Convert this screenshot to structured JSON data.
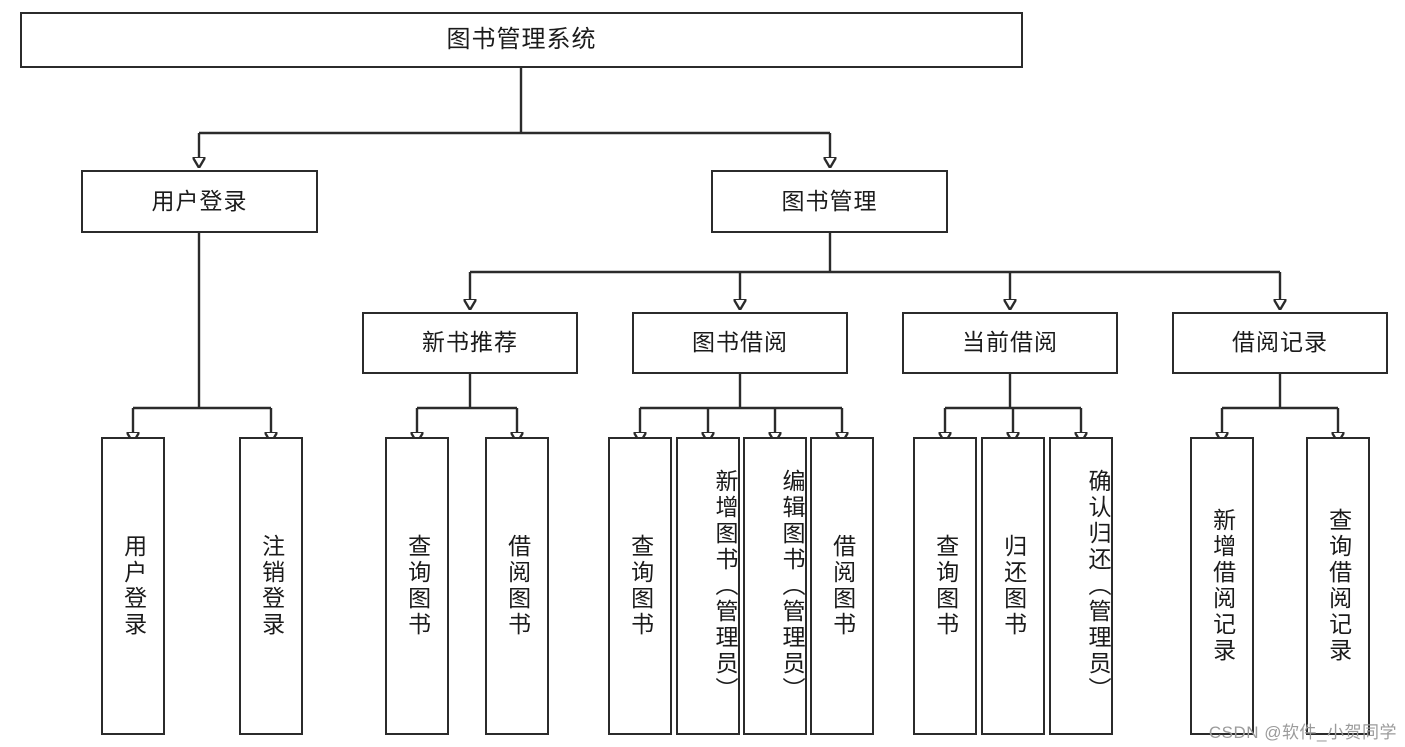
{
  "diagram": {
    "type": "tree-hierarchy-chart",
    "title": "图书管理系统",
    "watermark": "CSDN @软件_小贺同学",
    "line_color": "#2b2b2b",
    "text_color": "#1b1b1b",
    "background_color": "#ffffff"
  },
  "root": {
    "label": "图书管理系统"
  },
  "level2": [
    {
      "label": "用户登录"
    },
    {
      "label": "图书管理"
    }
  ],
  "level3": [
    {
      "label": "新书推荐"
    },
    {
      "label": "图书借阅"
    },
    {
      "label": "当前借阅"
    },
    {
      "label": "借阅记录"
    }
  ],
  "leaves": {
    "user_login": [
      {
        "label": "用户登录"
      },
      {
        "label": "注销登录"
      }
    ],
    "new_book_recommend": [
      {
        "label": "查询图书"
      },
      {
        "label": "借阅图书"
      }
    ],
    "book_borrow": [
      {
        "label": "查询图书"
      },
      {
        "label": "新增图书（管理员）"
      },
      {
        "label": "编辑图书（管理员）"
      },
      {
        "label": "借阅图书"
      }
    ],
    "current_borrow": [
      {
        "label": "查询图书"
      },
      {
        "label": "归还图书"
      },
      {
        "label": "确认归还（管理员）"
      }
    ],
    "borrow_record": [
      {
        "label": "新增借阅记录"
      },
      {
        "label": "查询借阅记录"
      }
    ]
  }
}
